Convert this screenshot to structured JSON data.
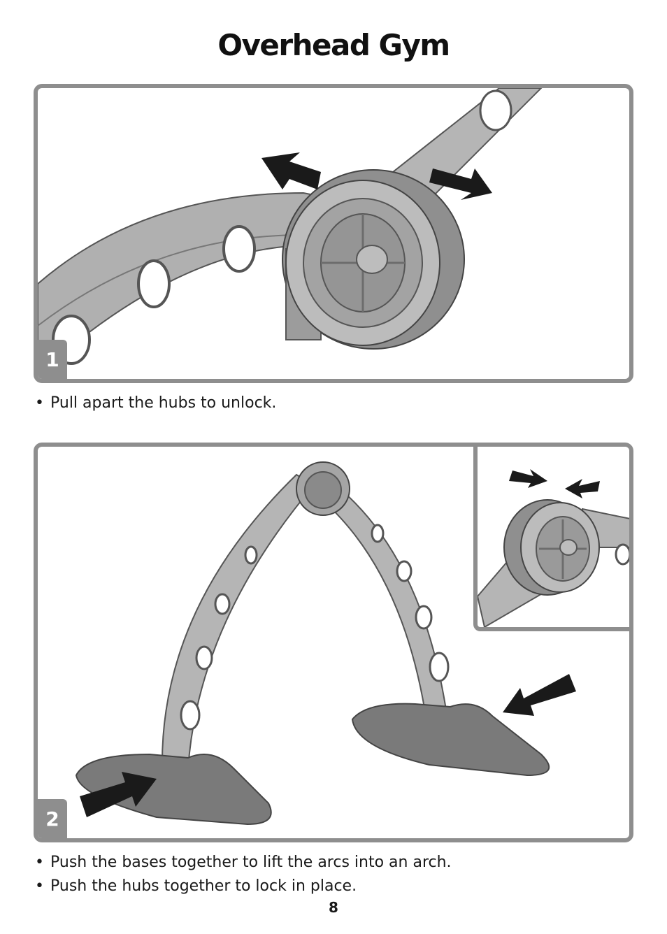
{
  "page": {
    "title": "Overhead Gym",
    "page_number": "8"
  },
  "steps": [
    {
      "number": "1",
      "instructions": [
        "Pull apart the hubs to unlock."
      ]
    },
    {
      "number": "2",
      "instructions": [
        "Push the bases together to lift the arcs into an arch.",
        "Push the hubs together to lock in place."
      ]
    }
  ],
  "colors": {
    "frame": "#8e8e8e",
    "part_light": "#b8b8b8",
    "part_mid": "#9a9a9a",
    "part_dark": "#6e6e6e",
    "arrow": "#1a1a1a"
  }
}
